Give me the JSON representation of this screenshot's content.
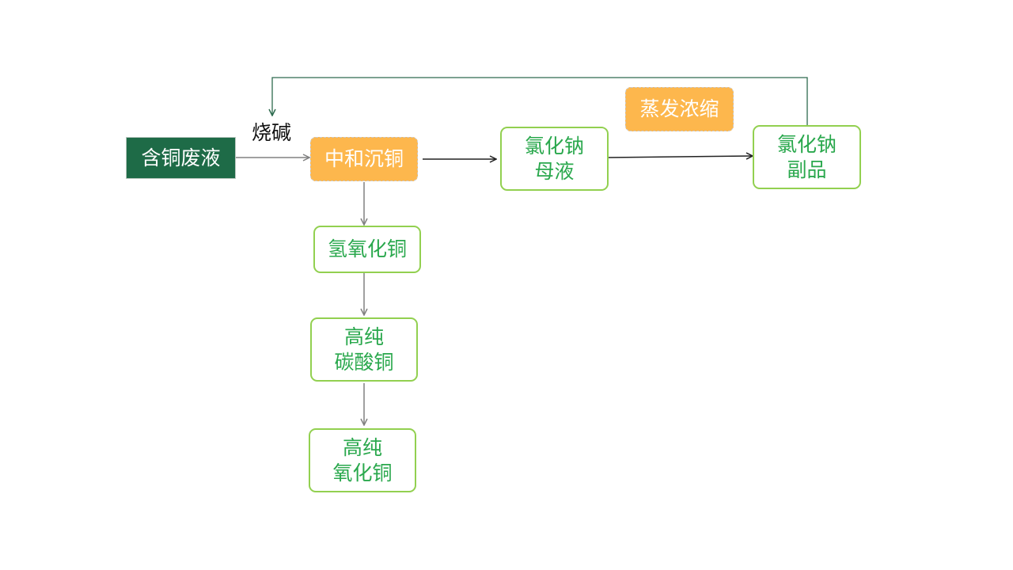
{
  "colors": {
    "start_fill": "#1e6b47",
    "process_fill": "#fdb74d",
    "product_border": "#92d050",
    "product_text": "#2aa84d",
    "arrow_gray": "#808080",
    "arrow_dark": "#222222",
    "feedback_line": "#2e6b4f"
  },
  "nodes": {
    "waste_liquid": "含铜废液",
    "neutralize": "中和沉铜",
    "nacl_mother_line1": "氯化钠",
    "nacl_mother_line2": "母液",
    "nacl_byproduct_line1": "氯化钠",
    "nacl_byproduct_line2": "副品",
    "evaporate": "蒸发浓缩",
    "cu_hydroxide": "氢氧化铜",
    "carbonate_line1": "高纯",
    "carbonate_line2": "碳酸铜",
    "oxide_line1": "高纯",
    "oxide_line2": "氧化铜"
  },
  "labels": {
    "caustic_soda": "烧碱"
  }
}
